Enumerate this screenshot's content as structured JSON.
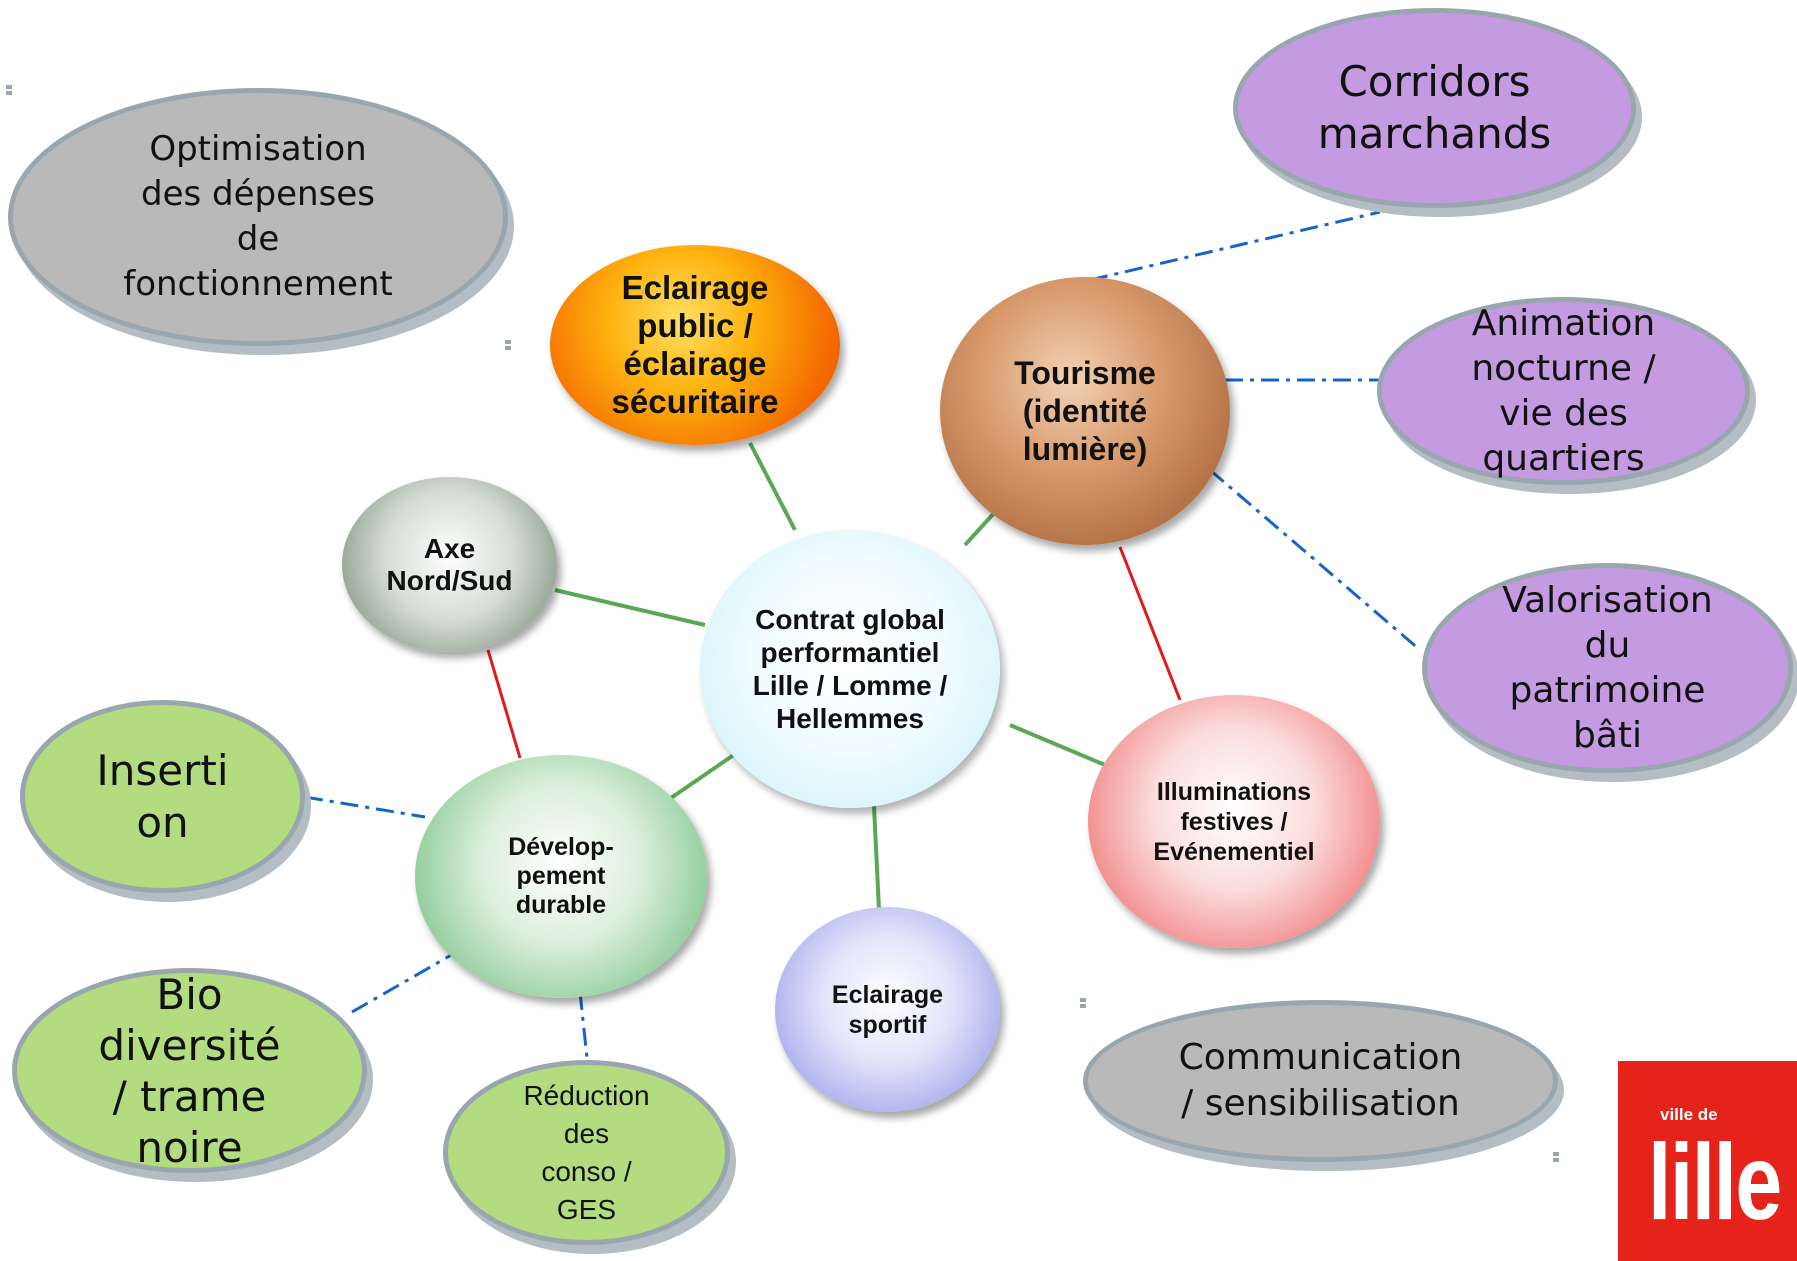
{
  "diagram": {
    "center": "Contrat global\nperformantiel\nLille / Lomme /\nHellemmes",
    "themes": {
      "eclairage_public": "Eclairage\npublic /\néclairage\nsécuritaire",
      "tourisme": "Tourisme\n(identité\nlumière)",
      "axe": "Axe\nNord/Sud",
      "developpement": "Dévelop-\npement\ndurable",
      "illuminations": "Illuminations\nfestives  /\nEvénementiel",
      "sportif": "Eclairage\nsportif"
    },
    "satellites": {
      "optimisation": "Optimisation\ndes dépenses\nde\nfonctionnement",
      "corridors": "Corridors\nmarchands",
      "animation": "Animation\nnocturne /\nvie des\nquartiers",
      "valorisation": "Valorisation\ndu\npatrimoine\nbâti",
      "insertion": "Inserti\non",
      "biodiversite": "Bio\ndiversité\n/ trame\nnoire",
      "reduction": "Réduction\ndes\nconso /\nGES",
      "communication": "Communication\n/ sensibilisation"
    },
    "colors": {
      "link_solid": "#5aa855",
      "link_red": "#e21a1a",
      "link_dashed": "#1565c8",
      "gray_bubble": "#b9b9b9",
      "purple_bubble": "#c49be0",
      "green_bubble": "#b2dc7f"
    }
  },
  "logo": {
    "small": "ville de",
    "big": "lille"
  }
}
